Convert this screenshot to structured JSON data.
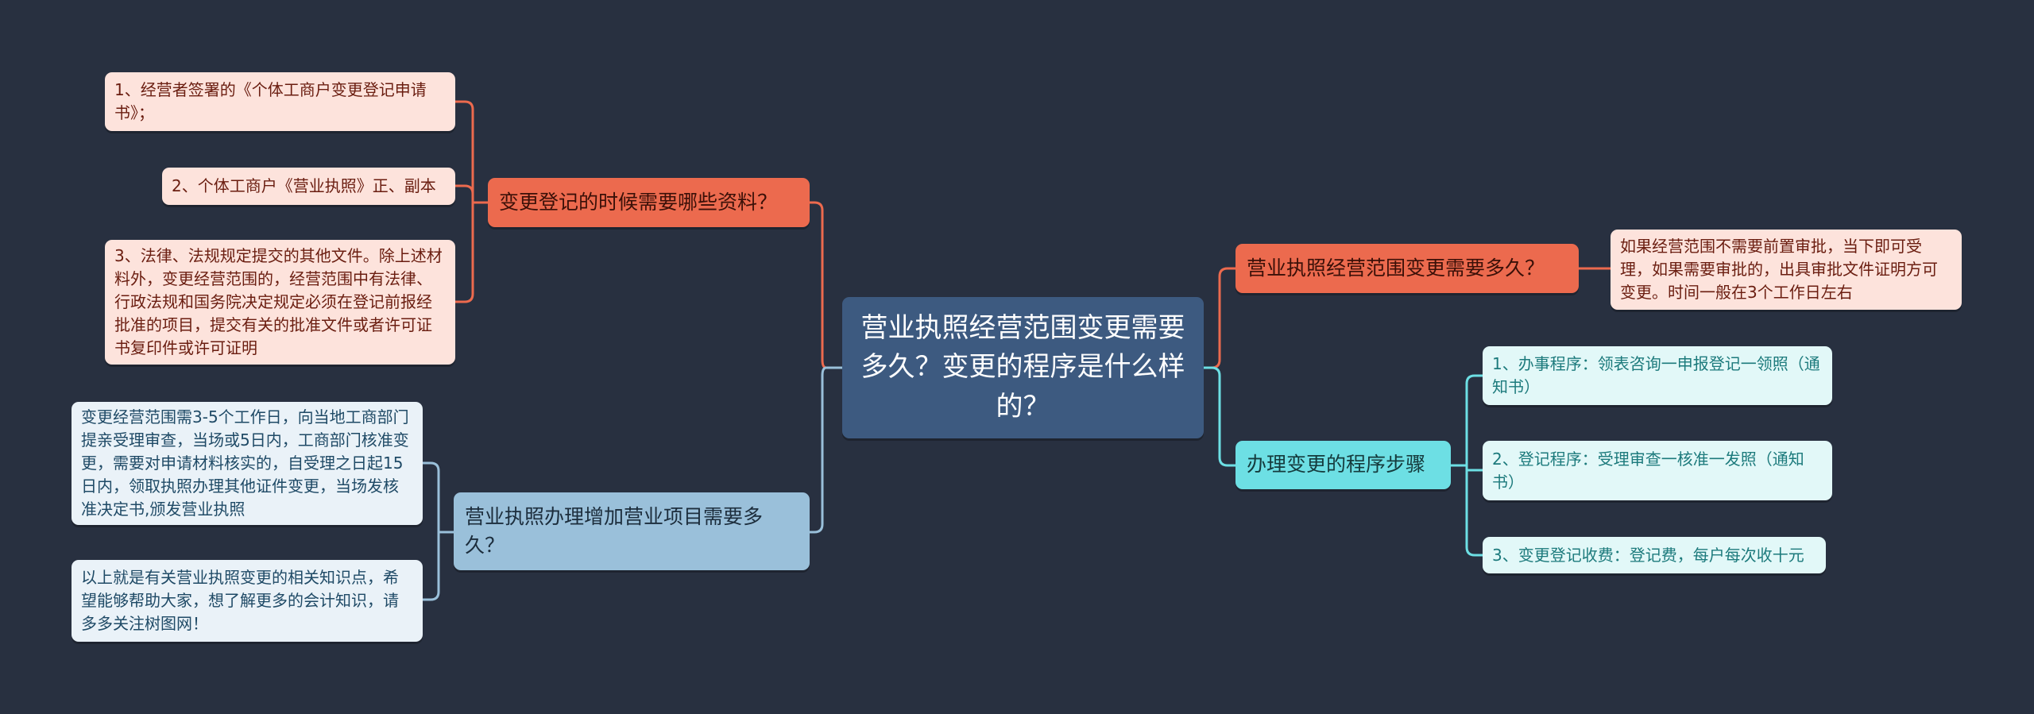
{
  "center": {
    "title": "营业执照经营范围变更需要多久？变更的程序是什么样的？"
  },
  "left_topics": [
    {
      "label": "变更登记的时候需要哪些资料？",
      "children": [
        "1、经营者签署的《个体工商户变更登记申请书》；",
        "2、个体工商户《营业执照》正、副本",
        "3、法律、法规规定提交的其他文件。除上述材料外，变更经营范围的，经营范围中有法律、行政法规和国务院决定规定必须在登记前报经批准的项目，提交有关的批准文件或者许可证书复印件或许可证明"
      ]
    },
    {
      "label": "营业执照办理增加营业项目需要多久？",
      "children": [
        "变更经营范围需3-5个工作日，向当地工商部门提亲受理审查，当场或5日内，工商部门核准变更，需要对申请材料核实的，自受理之日起15日内，领取执照办理其他证件变更，当场发核准决定书,颁发营业执照",
        "以上就是有关营业执照变更的相关知识点，希望能够帮助大家，想了解更多的会计知识，请多多关注树图网！"
      ]
    }
  ],
  "right_topics": [
    {
      "label": "营业执照经营范围变更需要多久？",
      "children": [
        "如果经营范围不需要前置审批，当下即可受理，如果需要审批的，出具审批文件证明方可变更。时间一般在3个工作日左右"
      ]
    },
    {
      "label": "办理变更的程序步骤",
      "children": [
        "1、办事程序：领表咨询一申报登记一领照（通知书）",
        "2、登记程序：受理审查一核准一发照（通知书）",
        "3、变更登记收费：登记费，每户每次收十元"
      ]
    }
  ],
  "colors": {
    "background": "#283040",
    "center": "#3d5a80",
    "orange": "#ec6a4e",
    "lightblue": "#9ac0da",
    "cyan": "#6ddfe4"
  }
}
